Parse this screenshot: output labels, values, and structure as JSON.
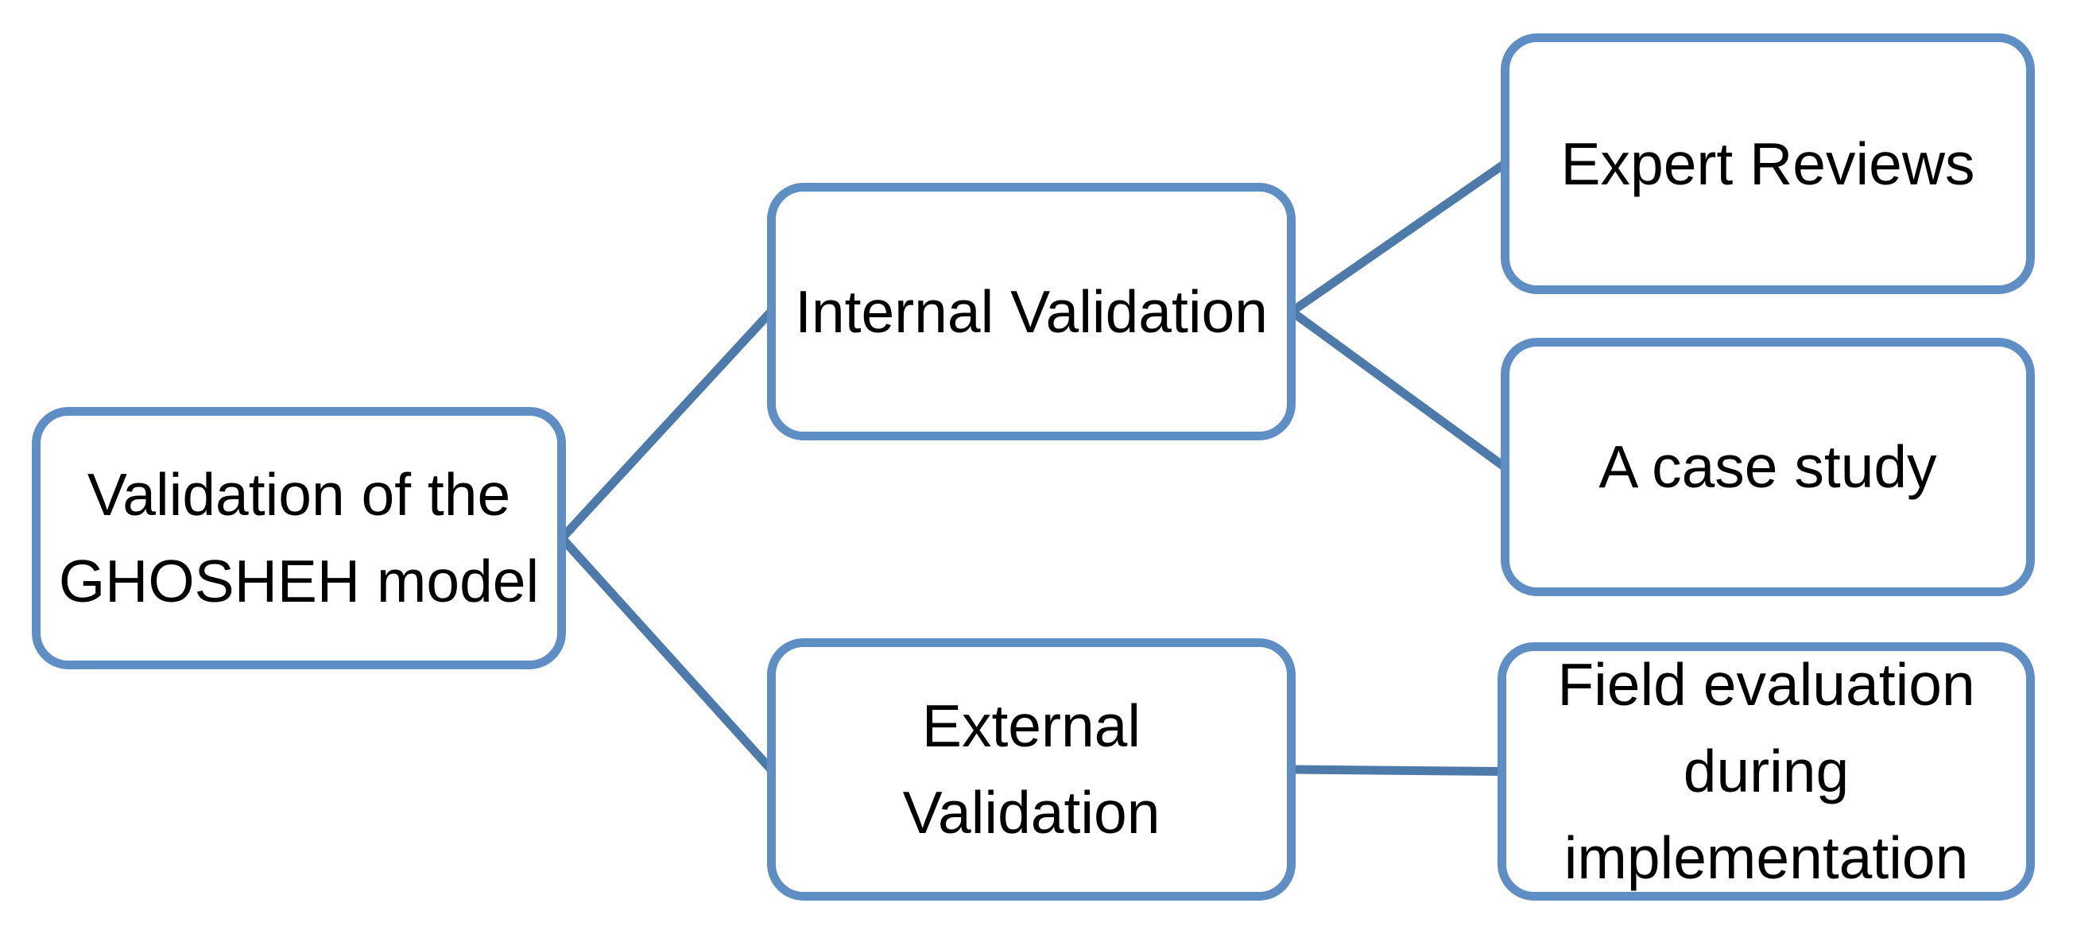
{
  "diagram": {
    "nodes": [
      {
        "id": "root",
        "label": "Validation of the\nGHOSHEH model"
      },
      {
        "id": "internal",
        "label": "Internal Validation"
      },
      {
        "id": "external",
        "label": "External\nValidation"
      },
      {
        "id": "expert",
        "label": "Expert Reviews"
      },
      {
        "id": "case",
        "label": "A case study"
      },
      {
        "id": "field",
        "label": "Field evaluation\nduring\nimplementation"
      }
    ],
    "edges": [
      {
        "from": "root",
        "to": "internal"
      },
      {
        "from": "root",
        "to": "external"
      },
      {
        "from": "internal",
        "to": "expert"
      },
      {
        "from": "internal",
        "to": "case"
      },
      {
        "from": "external",
        "to": "field"
      }
    ],
    "colors": {
      "box_border": "#5f8ec5",
      "connector": "#4e7aa9",
      "box_fill": "#ffffff",
      "text": "#000000"
    },
    "connector_width": 11
  }
}
